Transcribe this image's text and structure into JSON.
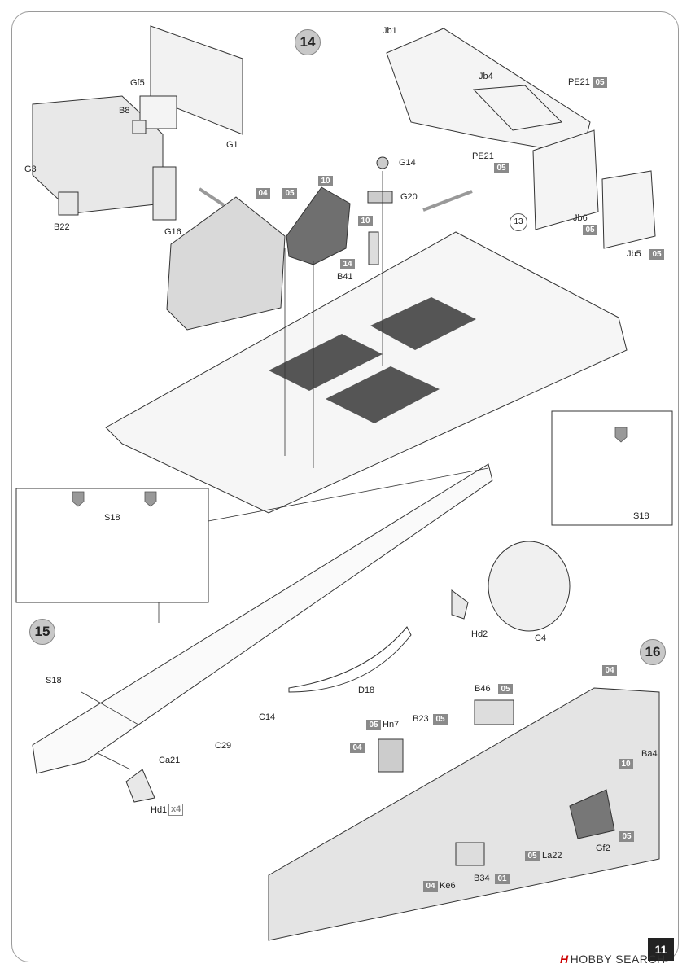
{
  "steps": {
    "s14": "14",
    "s15": "15",
    "s16": "16"
  },
  "ref_circle": "13",
  "page_number": "11",
  "watermark": {
    "logo": "H",
    "text": "HOBBY SEARCH"
  },
  "multiplier": "x4",
  "labels": {
    "G1": "G1",
    "G3": "G3",
    "Gf5": "Gf5",
    "B8": "B8",
    "B22": "B22",
    "G16": "G16",
    "Jb1": "Jb1",
    "Jb4": "Jb4",
    "PE21a": "PE21",
    "PE21b": "PE21",
    "Jb6": "Jb6",
    "Jb5": "Jb5",
    "G14": "G14",
    "G20": "G20",
    "B41": "B41",
    "S18a": "S18",
    "S18b": "S18",
    "S18c": "S18",
    "Hd2": "Hd2",
    "C4": "C4",
    "D18": "D18",
    "C14": "C14",
    "C29": "C29",
    "Ca21": "Ca21",
    "Hd1": "Hd1",
    "B46": "B46",
    "Hn7": "Hn7",
    "B23": "B23",
    "Ba4": "Ba4",
    "Gf2": "Gf2",
    "La22": "La22",
    "Ke6": "Ke6",
    "B34": "B34"
  },
  "color_codes": {
    "pe21": "05",
    "jb6": "05",
    "jb5": "05",
    "pe21b": "05",
    "box04a": "04",
    "box05a": "05",
    "box10a": "10",
    "b41_10": "10",
    "b41_14": "14",
    "b46": "05",
    "hn7_05": "05",
    "hn7_04": "04",
    "b23": "05",
    "ba4": "04",
    "gf2_10": "10",
    "gf2_05": "05",
    "la22": "05",
    "ke6": "04",
    "b34": "01"
  },
  "colors": {
    "code_box": "#8a8a8a",
    "step_circle": "#c8c8c8",
    "line": "#333333",
    "part_fill": "#e6e6e6"
  }
}
